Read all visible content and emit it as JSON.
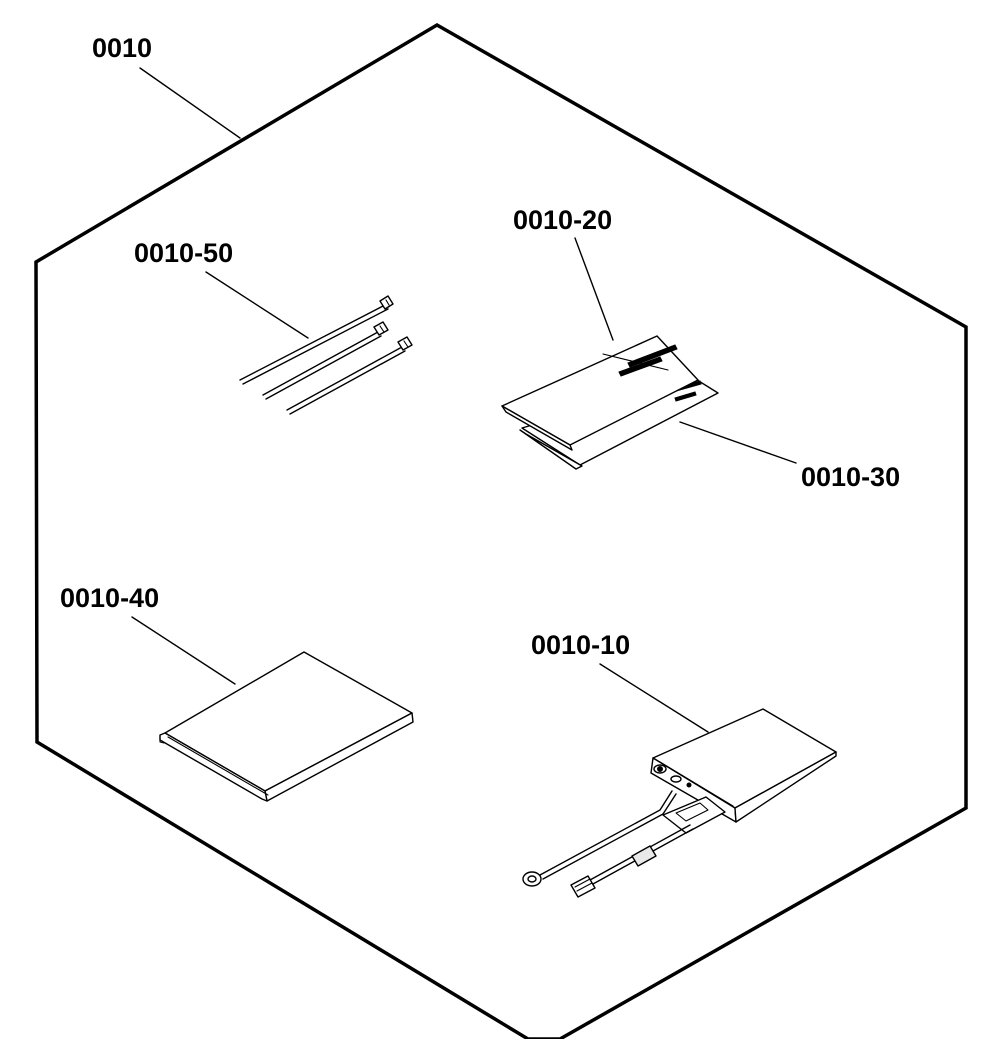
{
  "callouts": {
    "kit": "0010",
    "part_10": "0010-10",
    "part_20": "0010-20",
    "part_30": "0010-30",
    "part_40": "0010-40",
    "part_50": "0010-50"
  }
}
